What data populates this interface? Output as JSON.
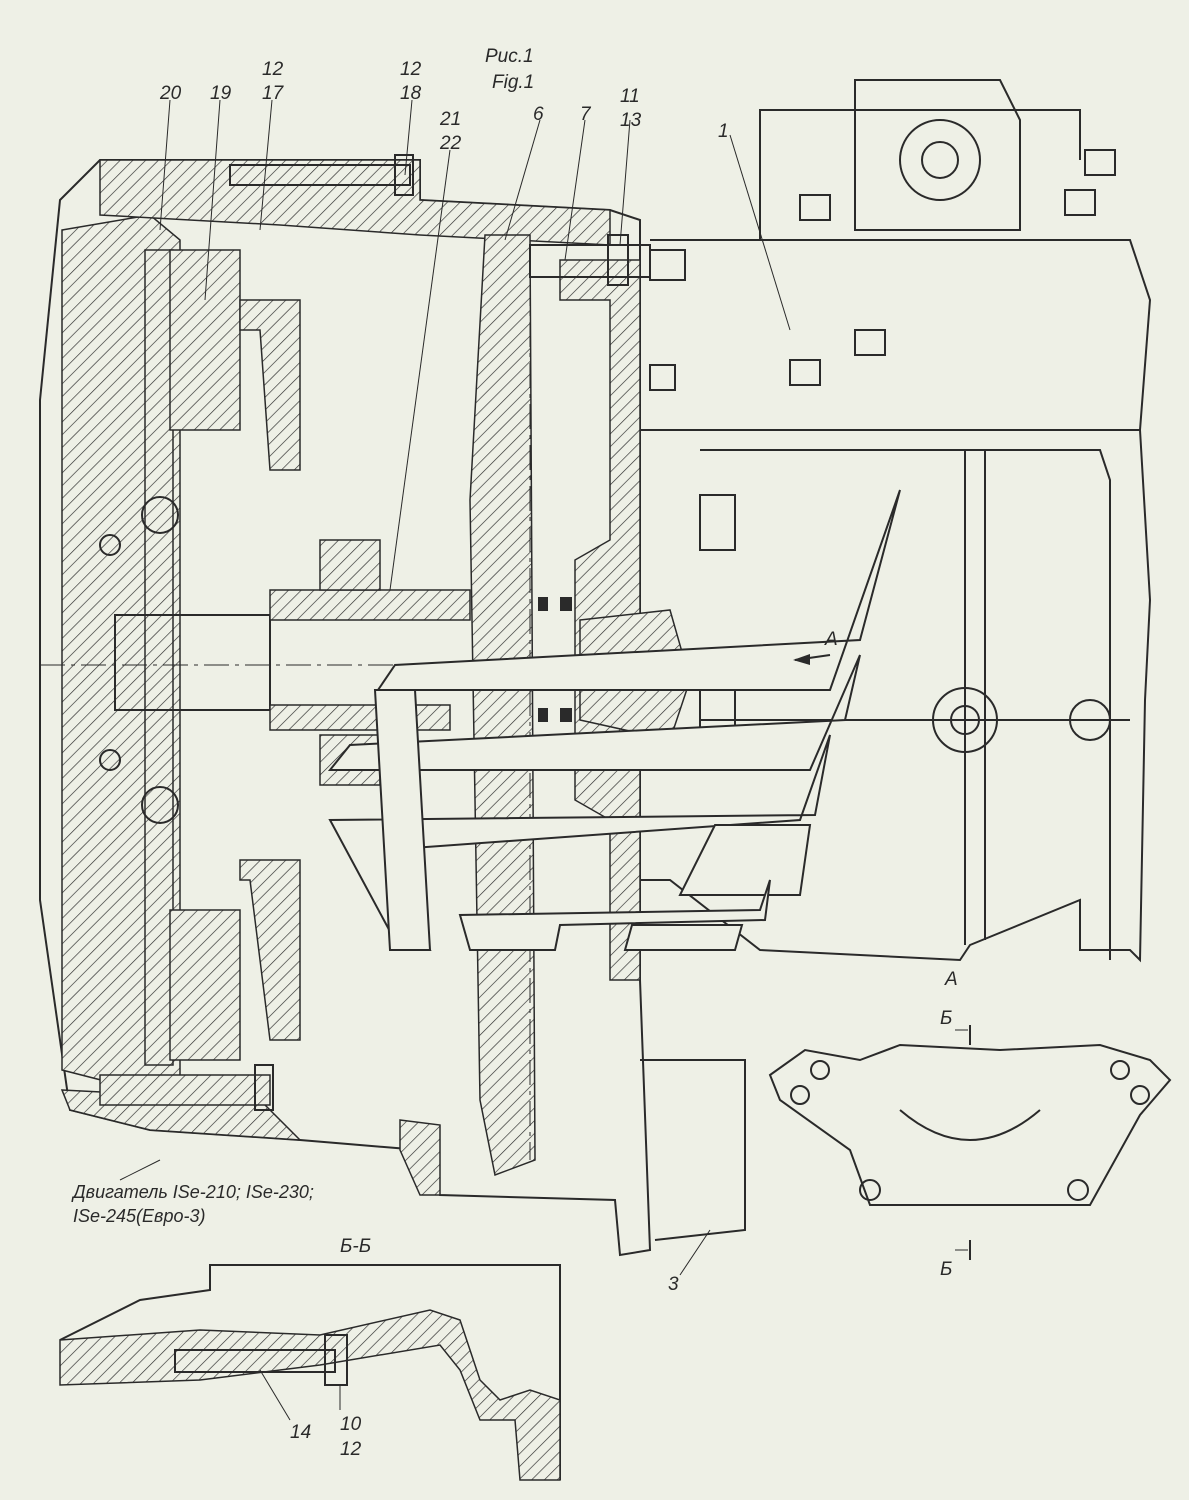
{
  "figure": {
    "caption_ru": "Рис.1",
    "caption_en": "Fig.1",
    "view_label_a": "А",
    "arrow_label_a": "А",
    "section_label": "Б-Б",
    "section_mark_top": "Б",
    "section_mark_bottom": "Б",
    "engine_note_line1": "Двигатель ISe-210; ISe-230;",
    "engine_note_line2": "ISe-245(Евро-3)"
  },
  "callouts": {
    "c20": "20",
    "c19": "19",
    "c12a": "12",
    "c17": "17",
    "c12b": "12",
    "c18": "18",
    "c21": "21",
    "c22": "22",
    "c6": "6",
    "c7": "7",
    "c11": "11",
    "c13": "13",
    "c1": "1",
    "c3": "3",
    "c14": "14",
    "c10": "10",
    "c12c": "12"
  },
  "colors": {
    "background": "#eef0e6",
    "line": "#2a2a2a"
  }
}
